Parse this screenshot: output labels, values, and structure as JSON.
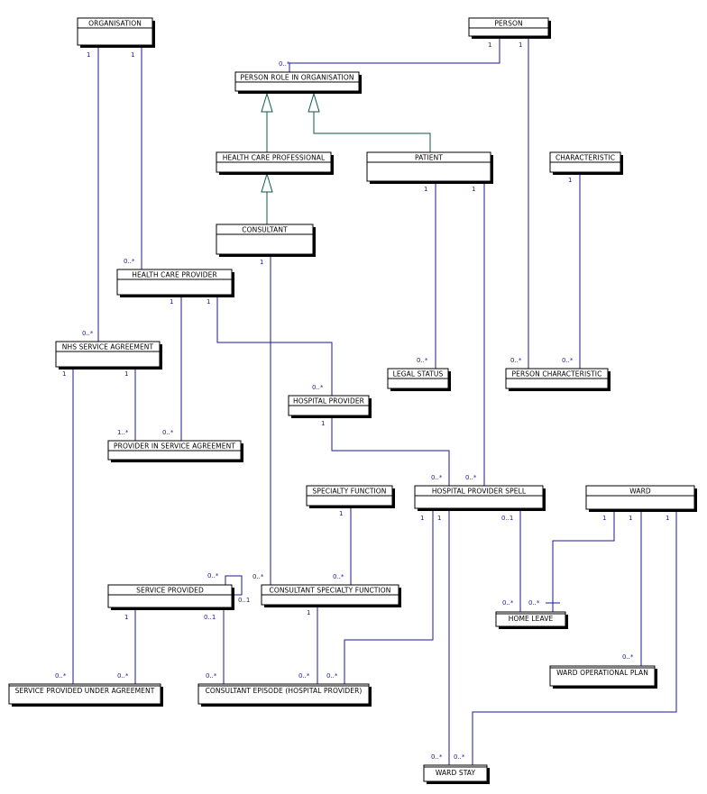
{
  "classes": {
    "organisation": "ORGANISATION",
    "person": "PERSON",
    "person_role": "PERSON ROLE IN ORGANISATION",
    "health_care_professional": "HEALTH CARE PROFESSIONAL",
    "patient": "PATIENT",
    "characteristic": "CHARACTERISTIC",
    "consultant": "CONSULTANT",
    "health_care_provider": "HEALTH CARE PROVIDER",
    "nhs_service_agreement": "NHS SERVICE AGREEMENT",
    "legal_status": "LEGAL STATUS",
    "person_characteristic": "PERSON CHARACTERISTIC",
    "hospital_provider": "HOSPITAL PROVIDER",
    "provider_in_service_agreement": "PROVIDER IN SERVICE AGREEMENT",
    "specialty_function": "SPECIALTY FUNCTION",
    "hospital_provider_spell": "HOSPITAL PROVIDER SPELL",
    "ward": "WARD",
    "service_provided": "SERVICE PROVIDED",
    "consultant_specialty_function": "CONSULTANT SPECIALTY FUNCTION",
    "home_leave": "HOME LEAVE",
    "ward_operational_plan": "WARD OPERATIONAL PLAN",
    "service_provided_under_agreement": "SERVICE PROVIDED UNDER AGREEMENT",
    "consultant_episode": "CONSULTANT EPISODE (HOSPITAL PROVIDER)",
    "ward_stay": "WARD STAY"
  },
  "multiplicities": {
    "one": "1",
    "many": "0..*",
    "one_many": "1..*",
    "optional": "0..1"
  },
  "colors": {
    "association": "#1a1a99",
    "generalization": "#0f5a4a",
    "box_border": "#000000"
  }
}
